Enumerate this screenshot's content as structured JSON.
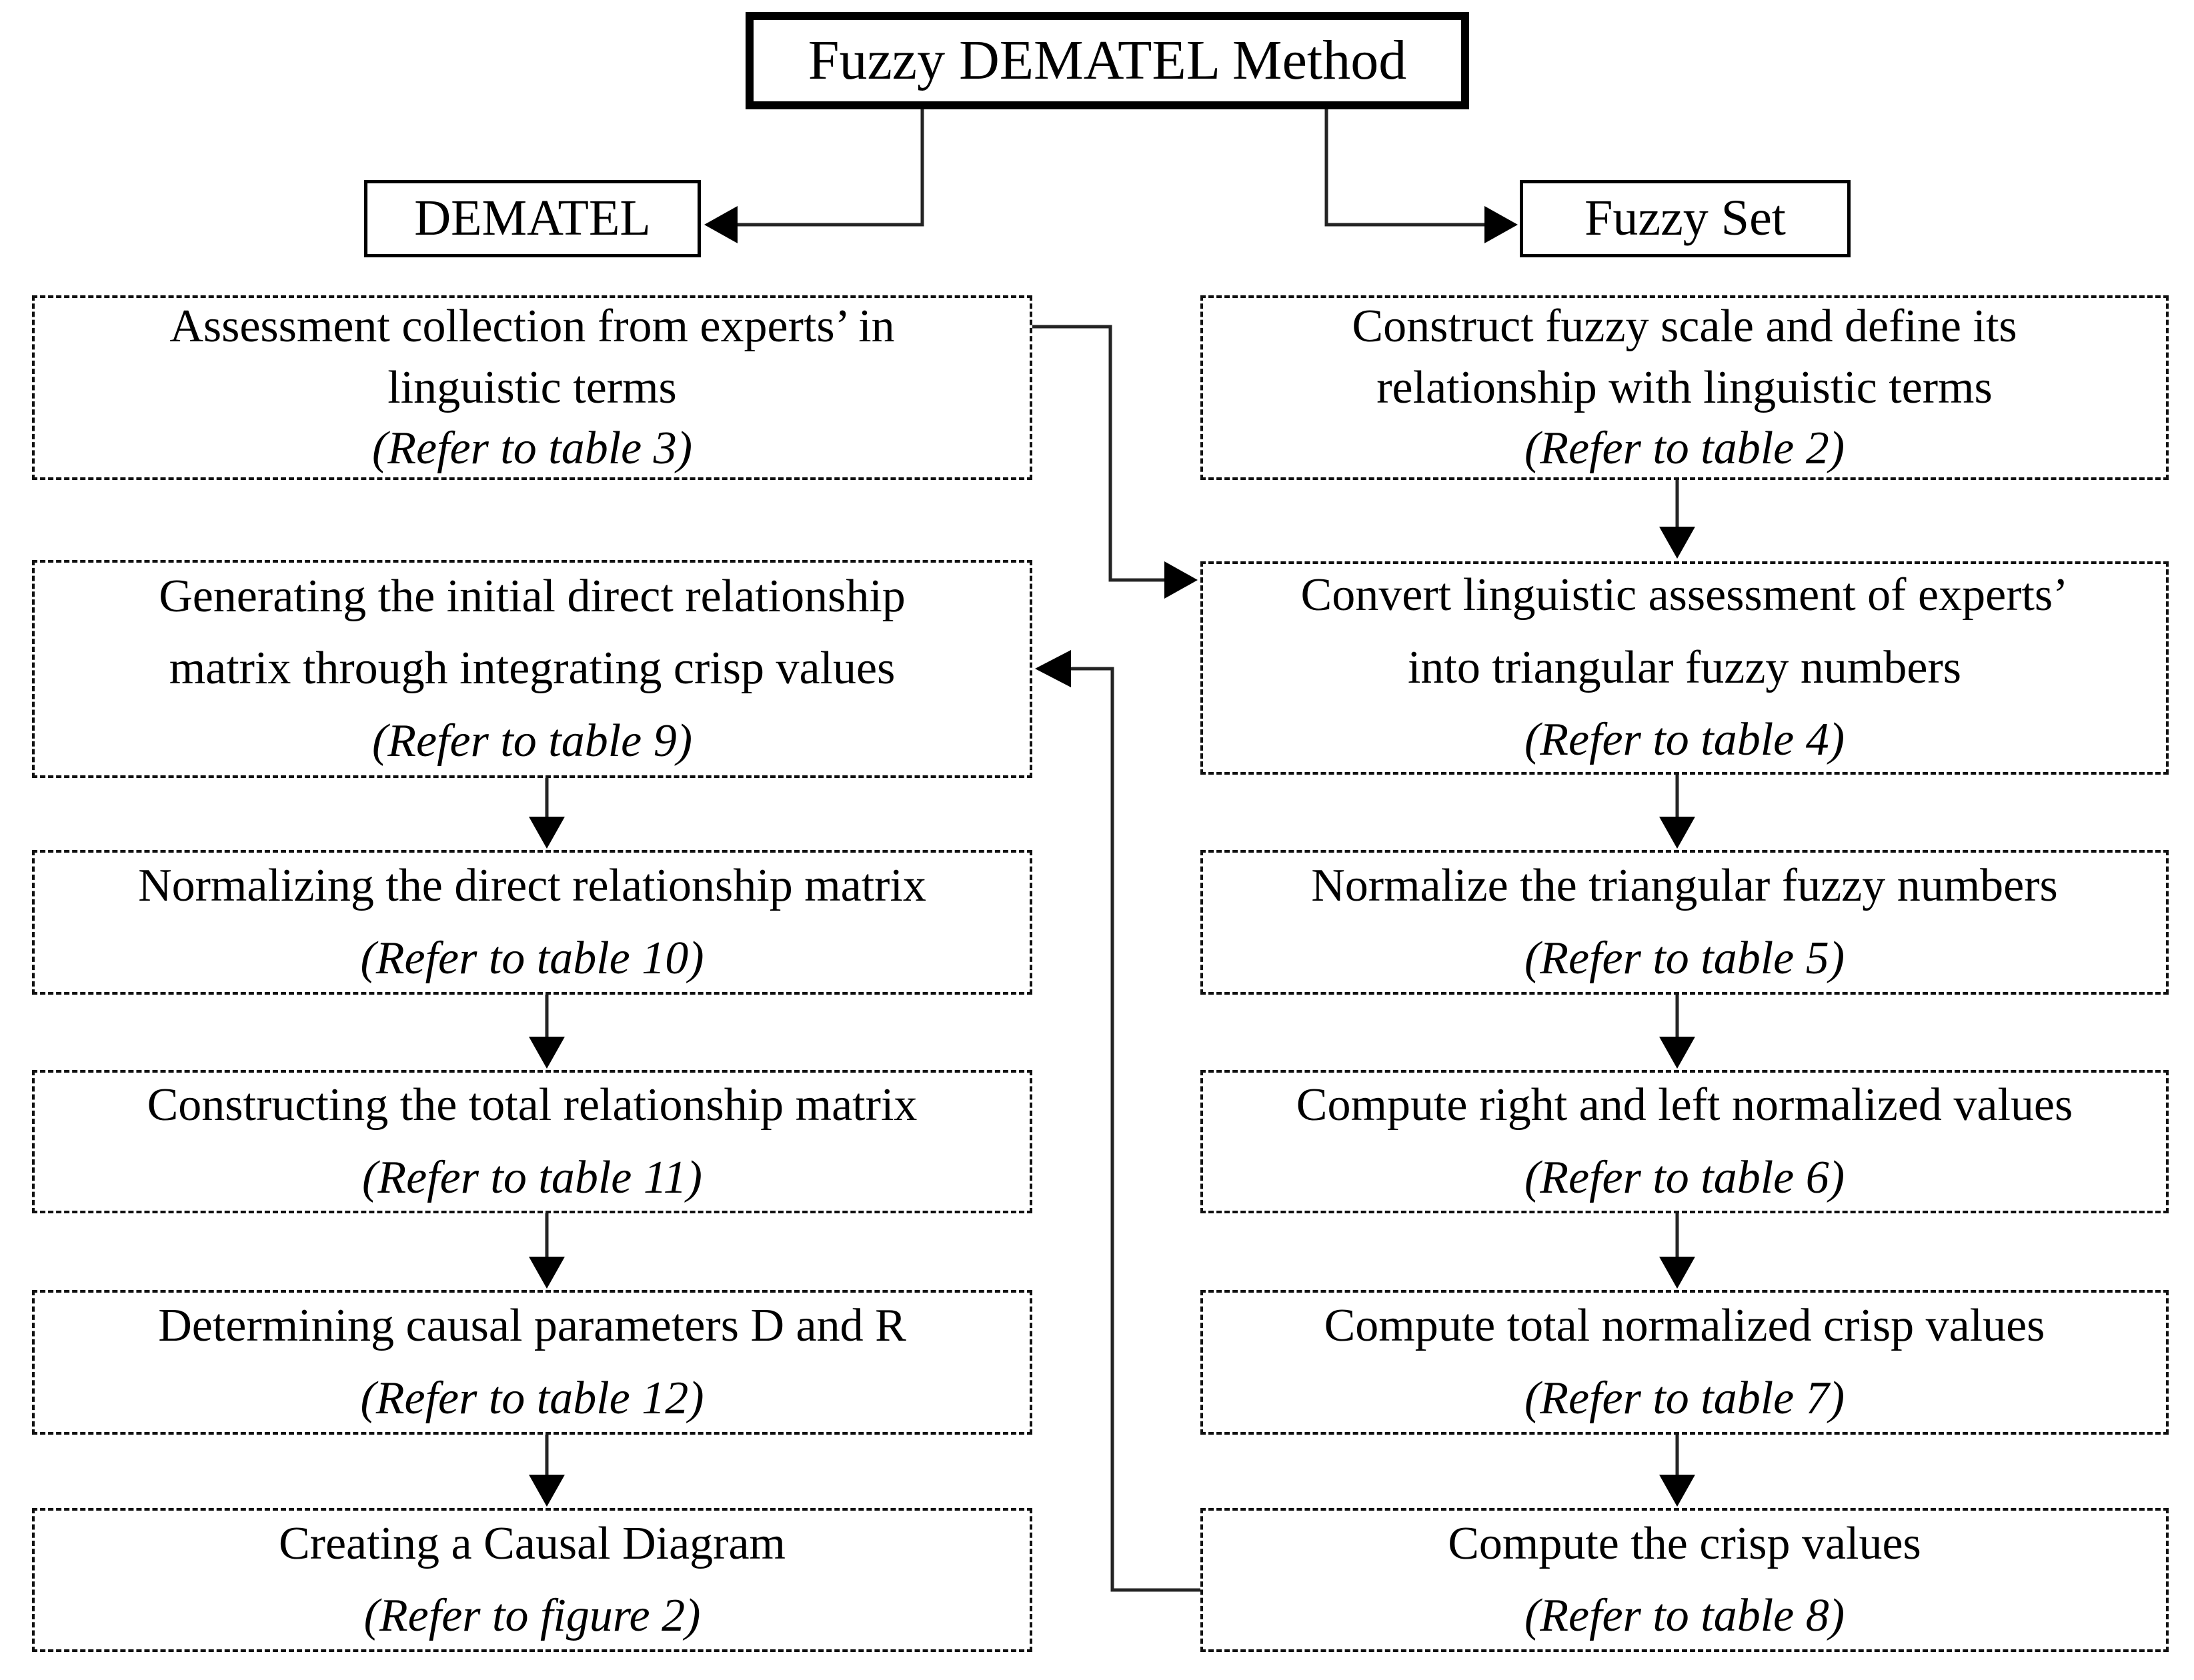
{
  "diagram": {
    "title": "Fuzzy DEMATEL Method",
    "left_branch_label": "DEMATEL",
    "right_branch_label": "Fuzzy Set",
    "colors": {
      "line": "#242424",
      "border": "#000000",
      "background": "#ffffff"
    }
  },
  "left_steps": [
    {
      "text": "Assessment collection from experts’ in\nlinguistic terms",
      "ref": "(Refer to table 3)"
    },
    {
      "text": "Generating the initial direct relationship\nmatrix through integrating crisp values",
      "ref": "(Refer to table 9)"
    },
    {
      "text": "Normalizing the direct relationship matrix",
      "ref": "(Refer to table 10)"
    },
    {
      "text": "Constructing the total relationship matrix",
      "ref": "(Refer to table 11)"
    },
    {
      "text": "Determining causal parameters D and R",
      "ref": "(Refer to table 12)"
    },
    {
      "text": "Creating a Causal Diagram",
      "ref": "(Refer to figure 2)"
    }
  ],
  "right_steps": [
    {
      "text": "Construct fuzzy scale and define its\nrelationship with linguistic terms",
      "ref": "(Refer to table 2)"
    },
    {
      "text": "Convert linguistic assessment of experts’\ninto triangular fuzzy numbers",
      "ref": "(Refer to table 4)"
    },
    {
      "text": "Normalize the triangular fuzzy numbers",
      "ref": "(Refer to table 5)"
    },
    {
      "text": "Compute right and left normalized values",
      "ref": "(Refer to table 6)"
    },
    {
      "text": "Compute total normalized crisp values",
      "ref": "(Refer to table 7)"
    },
    {
      "text": "Compute the crisp values",
      "ref": "(Refer to table 8)"
    }
  ]
}
